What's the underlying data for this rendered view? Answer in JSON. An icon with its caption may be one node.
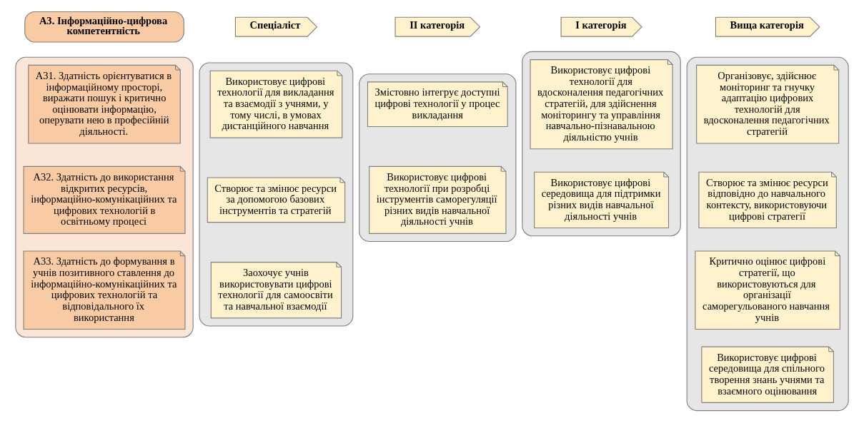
{
  "diagram": {
    "nodes": [
      {
        "text": [
          "А3. Інформаційно-цифрова компетентність"
        ]
      },
      {
        "text": [
          "Спеціаліст"
        ]
      },
      {
        "text": [
          "ІІ категорія"
        ]
      },
      {
        "text": [
          "І категорія"
        ]
      },
      {
        "text": [
          "Вища категорія"
        ]
      },
      {
        "text": [],
        "shape": "box"
      },
      {
        "text": [
          "А31. Здатність орієнтуватися в інформаційному просторі, виражати пошук і критично оцінювати інформацію, оперувати нею в професійній діяльності."
        ],
        "in": 5
      },
      {
        "text": [
          "А32. Здатність до використання відкритих ресурсів, інформаційно-комунікаційних та цифрових технологій в освітньому процесі"
        ],
        "in": 5
      },
      {
        "text": [
          "А33. Здатність до формування в учнів позитивного ставлення до інформаційно-комунікаційних та цифрових технологій та відповідального їх використання"
        ],
        "in": 5
      },
      {
        "text": [],
        "shape": "box"
      },
      {
        "text": [
          "Використовує цифрові технології для викладання та взаємодії з учнями, у тому числі, в умовах дистанційного навчання"
        ],
        "in": 9
      },
      {
        "text": [
          "Створює та змінює ресурси за допомогою базових інструментів та стратегій"
        ],
        "in": 9
      },
      {
        "text": [
          "Заохочує учнів використовувати цифрові технології для самоосвіти та навчальної взаємодії"
        ],
        "in": 9
      },
      {
        "text": [],
        "shape": "box"
      },
      {
        "text": [
          "Змістовно інтегрує доступні цифрові технології у процес викладання"
        ],
        "in": 13
      },
      {
        "text": [
          "Використовує цифрові технології при розробці інструментів саморегуляції різних видів навчальної діяльності учнів"
        ],
        "in": 13
      },
      {
        "text": [],
        "shape": "box"
      },
      {
        "text": [
          "Використовує цифрові технології для вдосконалення педагогічних стратегій, для здійснення моніторингу та управління навчально-пізнавальною діяльністю учнів"
        ],
        "in": 16
      },
      {
        "text": [
          "Використовує цифрові середовища для підтримки різних видів навчальної діяльності учнів"
        ],
        "in": 16
      },
      {
        "text": [],
        "shape": "box"
      },
      {
        "text": [
          "Організовує, здійснює моніторинг та гнучку адаптацію цифрових технологій для вдосконалення педагогічних стратегій"
        ],
        "in": 19
      },
      {
        "text": [
          "Створює та змінює ресурси відповідно до навчального контексту, використовуючи цифрові стратегії"
        ],
        "in": 19
      },
      {
        "text": [
          "Критично оцінює цифрові стратегії, що використовуються для організації саморегульованого навчання учнів"
        ],
        "in": 19
      },
      {
        "text": [
          "Використовує цифрові середовища для спільного творення знань учнями та взаємного оцінювання"
        ],
        "in": 19
      }
    ],
    "edges": []
  }
}
